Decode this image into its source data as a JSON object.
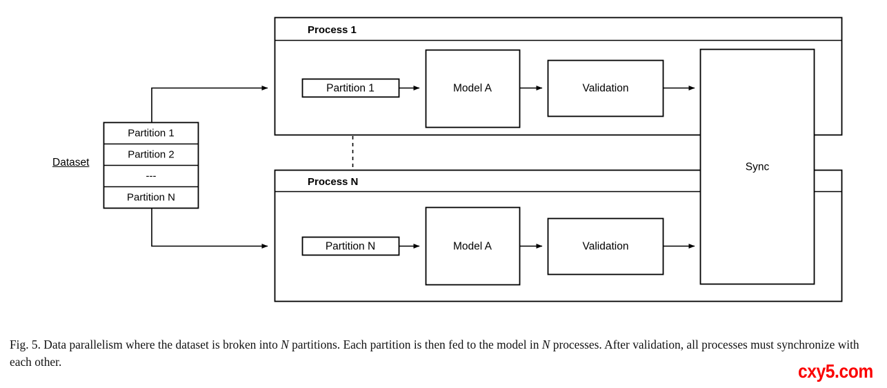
{
  "figure": {
    "dataset": {
      "label": "Dataset",
      "partitions": [
        "Partition 1",
        "Partition 2",
        "---",
        "Partition N"
      ]
    },
    "processes": [
      {
        "title": "Process 1",
        "partition": "Partition 1",
        "model": "Model A",
        "validation": "Validation"
      },
      {
        "title": "Process N",
        "partition": "Partition N",
        "model": "Model A",
        "validation": "Validation"
      }
    ],
    "sync": {
      "label": "Sync"
    },
    "colors": {
      "stroke": "#000000",
      "fill": "#ffffff",
      "text": "#000000",
      "watermark": "#fb0000"
    }
  },
  "caption": {
    "prefix": "Fig. 5.",
    "line1_a": "  Data parallelism where the dataset is broken into ",
    "line1_n1": "N",
    "line1_b": " partitions. Each partition is then fed to the model in ",
    "line1_n2": "N",
    "line1_c": " processes. After",
    "line2": "validation, all processes must synchronize with each other."
  },
  "watermark": {
    "text": "cxy5.com"
  }
}
